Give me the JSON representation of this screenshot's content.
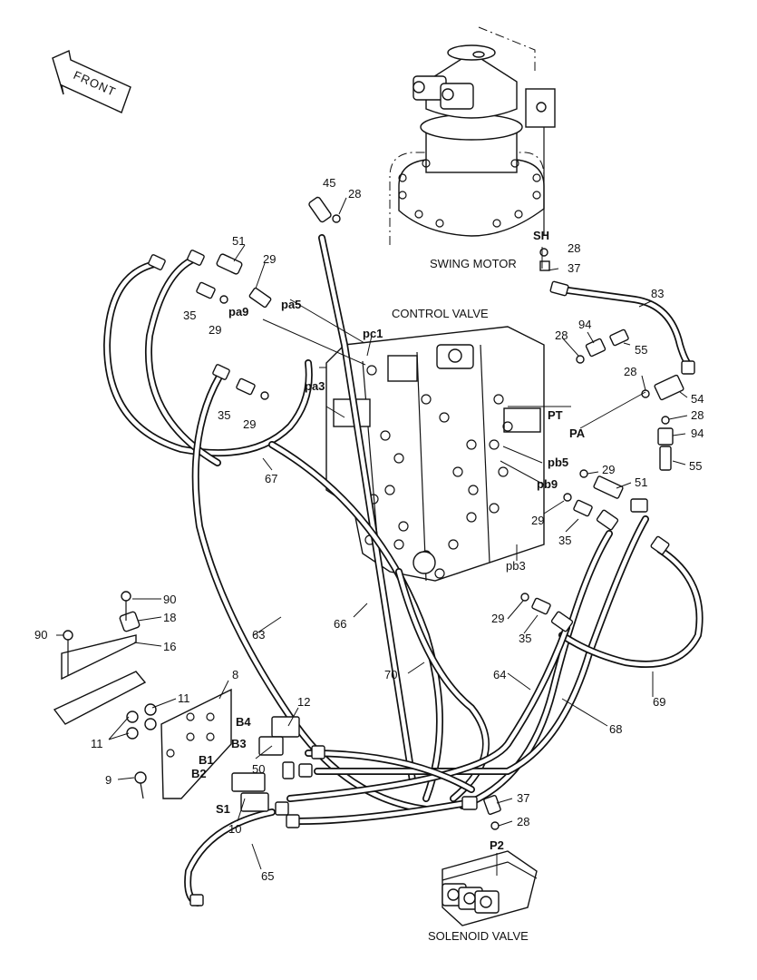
{
  "front_arrow_label": "FRONT",
  "component_labels": {
    "swing_motor": "SWING MOTOR",
    "control_valve": "CONTROL VALVE",
    "solenoid_valve": "SOLENOID VALVE"
  },
  "port_labels": {
    "sh": "SH",
    "pa5": "pa5",
    "pa9": "pa9",
    "pc1": "pc1",
    "pa3": "pa3",
    "pt": "PT",
    "pa": "PA",
    "pb5": "pb5",
    "pb9": "pb9",
    "pb3": "pb3",
    "b4": "B4",
    "b3": "B3",
    "b1": "B1",
    "b2": "B2",
    "s1": "S1",
    "p2": "P2"
  },
  "part_numbers": {
    "n45": "45",
    "n28_top": "28",
    "n51_top": "51",
    "n29_top": "29",
    "n35_top": "35",
    "n29_pa9": "29",
    "n28_sh": "28",
    "n37_sh": "37",
    "n83": "83",
    "n28_pt": "28",
    "n94_upper": "94",
    "n55_upper": "55",
    "n28_pa": "28",
    "n54": "54",
    "n28_lower_right": "28",
    "n94_lower": "94",
    "n55_lower": "55",
    "n35_mid": "35",
    "n29_mid": "29",
    "n67": "67",
    "n29_pb5": "29",
    "n51_right": "51",
    "n29_pb9": "29",
    "n35_pb9": "35",
    "n29_pb3": "29",
    "n35_pb3": "35",
    "n90_upper": "90",
    "n18": "18",
    "n90_left": "90",
    "n16": "16",
    "n63": "63",
    "n66": "66",
    "n70": "70",
    "n64": "64",
    "n69": "69",
    "n68": "68",
    "n8": "8",
    "n11_upper": "11",
    "n11_left": "11",
    "n12": "12",
    "n50": "50",
    "n9": "9",
    "n10": "10",
    "n65": "65",
    "n37_p2": "37",
    "n28_p2": "28"
  }
}
